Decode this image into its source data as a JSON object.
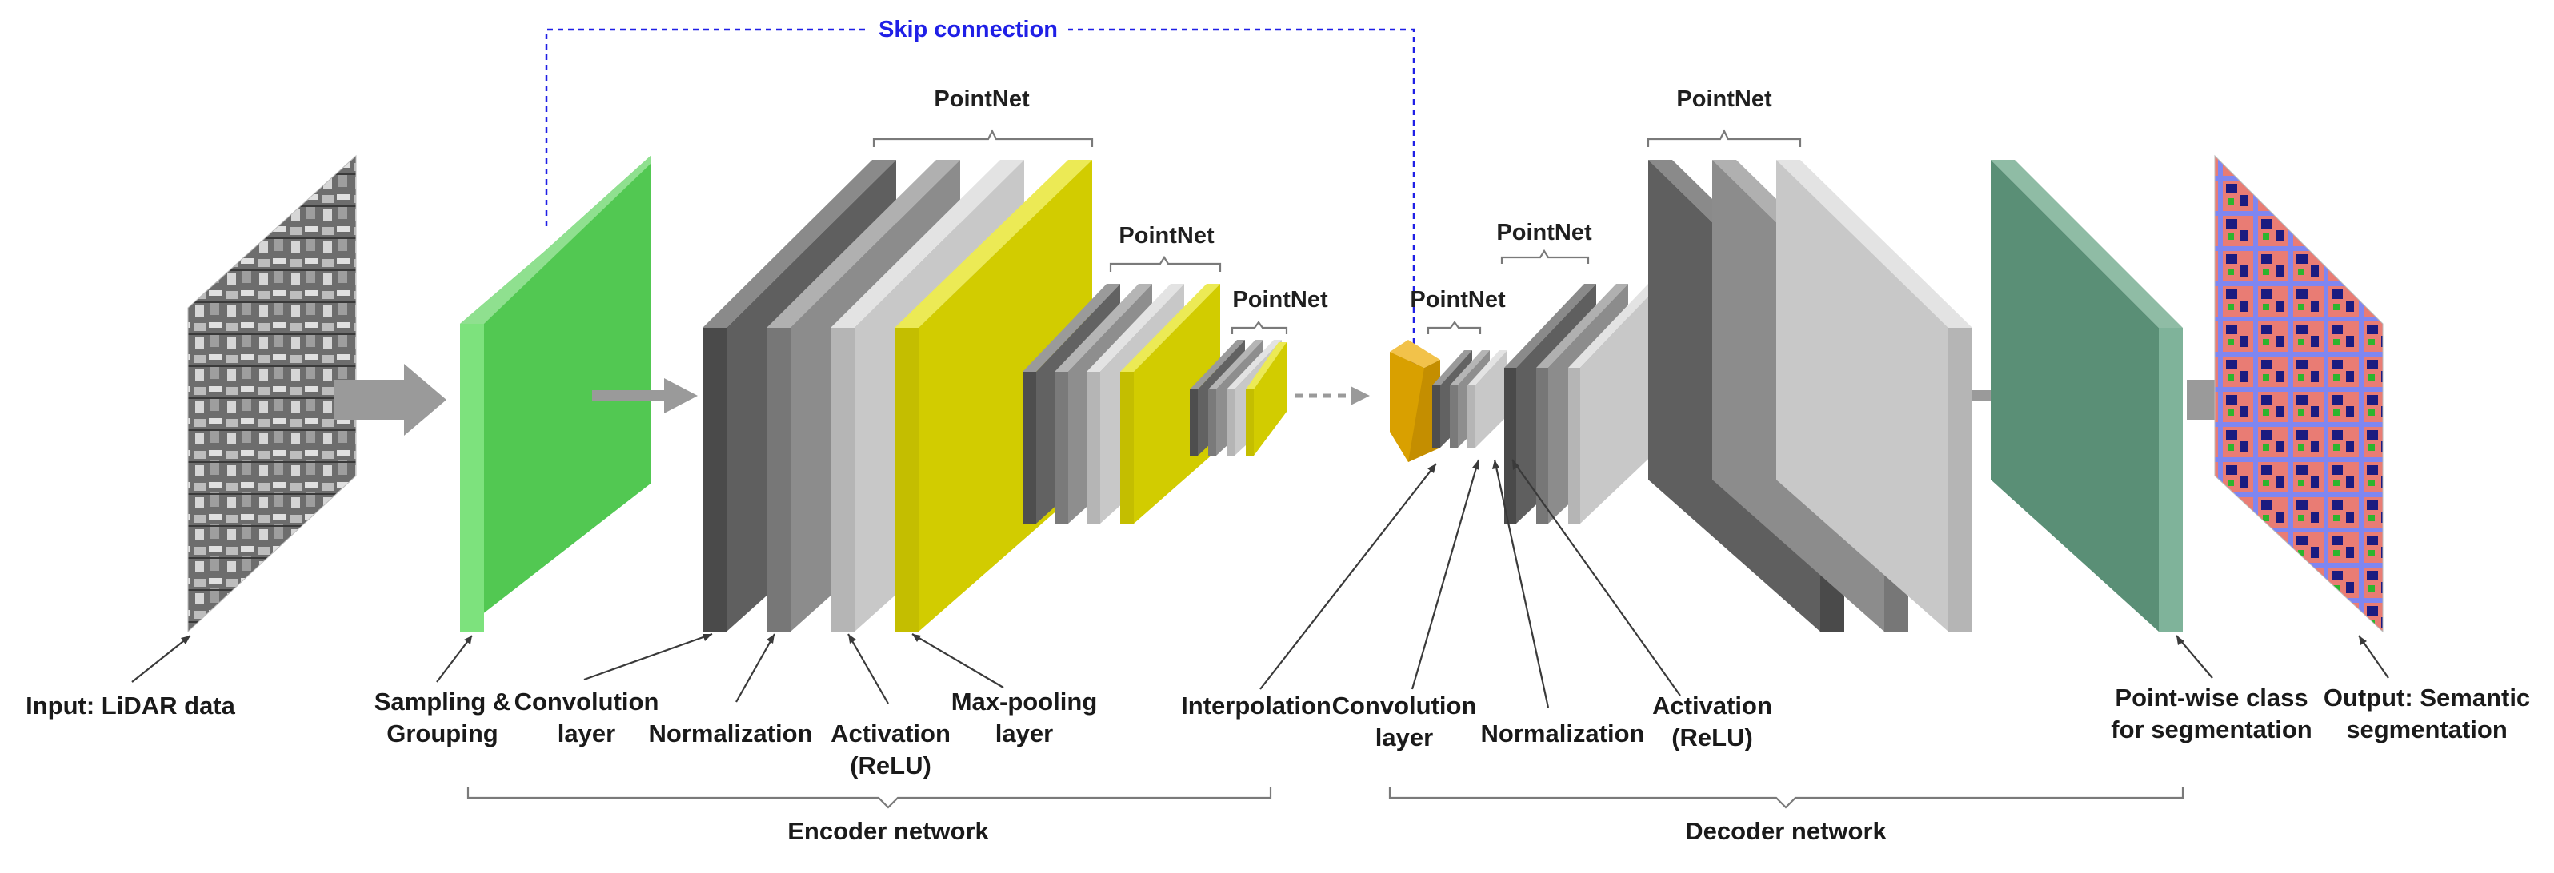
{
  "skip_connection": {
    "label": "Skip connection",
    "color": "#1f1fe6"
  },
  "group_labels": {
    "pointnet_1": "PointNet",
    "pointnet_2": "PointNet",
    "pointnet_3": "PointNet",
    "pointnet_4": "PointNet",
    "pointnet_5": "PointNet",
    "pointnet_6": "PointNet"
  },
  "labels": {
    "input": [
      "Input: LiDAR data"
    ],
    "sampling": [
      "Sampling &",
      "Grouping"
    ],
    "enc_conv": [
      "Convolution",
      "layer"
    ],
    "enc_norm": [
      "Normalization"
    ],
    "enc_act": [
      "Activation",
      "(ReLU)"
    ],
    "maxpool": [
      "Max-pooling",
      "layer"
    ],
    "interp": [
      "Interpolation"
    ],
    "dec_conv": [
      "Convolution",
      "layer"
    ],
    "dec_norm": [
      "Normalization"
    ],
    "dec_act": [
      "Activation",
      "(ReLU)"
    ],
    "pointwise": [
      "Point-wise class",
      "for segmentation"
    ],
    "output": [
      "Output: Semantic",
      "segmentation"
    ]
  },
  "sections": {
    "encoder": "Encoder network",
    "decoder": "Decoder network"
  },
  "colors": {
    "sampling_layer": "#52c852",
    "conv_dark": "#5f5f5f",
    "norm_mid": "#8c8c8c",
    "act_light": "#c8c8c8",
    "maxpool_yellow": "#d2cc00",
    "interpolation_orange": "#d9a000",
    "pointwise_teal": "#5a8f76",
    "arrow_gray": "#9a9a9a"
  }
}
